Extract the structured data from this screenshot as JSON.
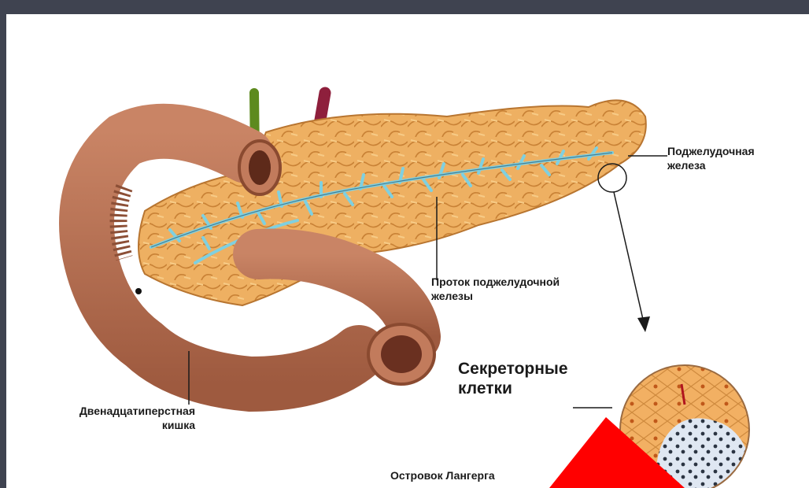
{
  "labels": {
    "pancreas_line1": "Поджелудочная",
    "pancreas_line2": "железа",
    "duct_line1": "Проток поджелудочной",
    "duct_line2": "железы",
    "duodenum_line1": "Двенадцатиперстная",
    "duodenum_line2": "кишка",
    "secretory_line1": "Секреторные",
    "secretory_line2": "клетки",
    "islet": "Островок Лангерга"
  },
  "colors": {
    "frame": "#3f4350",
    "pancreas": "#e9a95c",
    "intestine": "#b26a4d",
    "duct": "#7fd0e0",
    "vessel_green": "#5d8a1e",
    "vessel_red": "#8e1f3c",
    "warning_triangle": "#ff0000"
  }
}
